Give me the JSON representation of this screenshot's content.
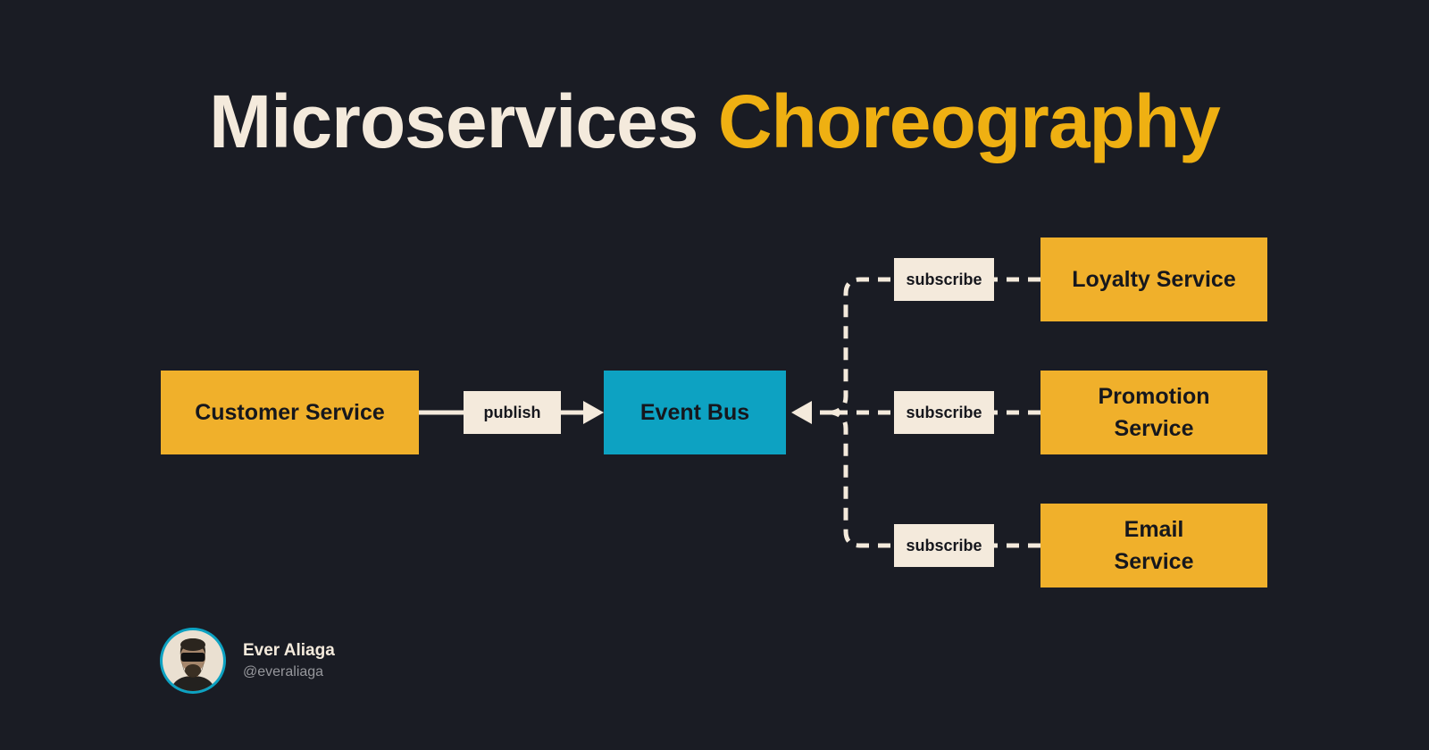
{
  "title": {
    "part1": "Microservices",
    "part2": "Choreography"
  },
  "colors": {
    "background": "#1A1C24",
    "node_yellow": "#F0B02B",
    "node_teal": "#0DA2C2",
    "label_cream": "#F4EADC",
    "title_cream": "#F4EADC",
    "title_gold": "#EFB012",
    "text_dark": "#16171D",
    "handle_gray": "#96979C",
    "connector_cream": "#F4EADC"
  },
  "diagram": {
    "nodes": {
      "customer_service": [
        "Customer Service"
      ],
      "event_bus": [
        "Event Bus"
      ],
      "loyalty_service": [
        "Loyalty Service"
      ],
      "promotion_service": [
        "Promotion",
        "Service"
      ],
      "email_service": [
        "Email",
        "Service"
      ]
    },
    "edge_labels": {
      "publish": "publish",
      "subscribe_top": "subscribe",
      "subscribe_middle": "subscribe",
      "subscribe_bottom": "subscribe"
    }
  },
  "footer": {
    "name": "Ever Aliaga",
    "handle": "@everaliaga"
  }
}
